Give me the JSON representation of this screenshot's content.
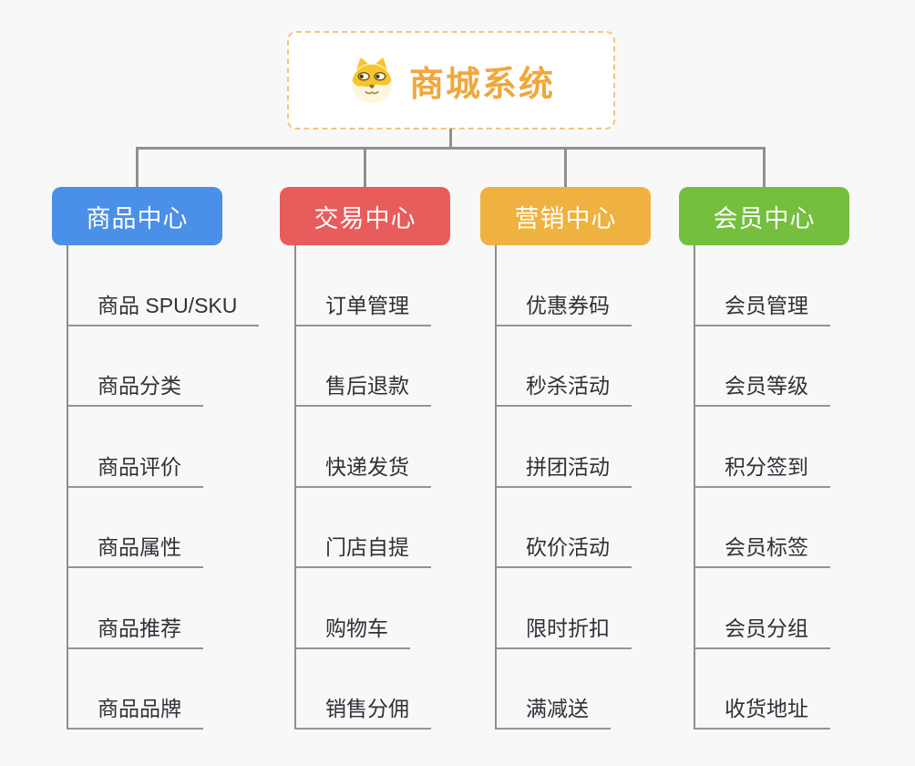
{
  "background": "#f8f8f8",
  "connector_color": "#8f8f8f",
  "root": {
    "title": "商城系统",
    "icon": "doge-icon",
    "text_color": "#f0a73c",
    "border_color": "#f2c67c"
  },
  "branches": [
    {
      "title": "商品中心",
      "color": "#4a8fe8",
      "children": [
        "商品 SPU/SKU",
        "商品分类",
        "商品评价",
        "商品属性",
        "商品推荐",
        "商品品牌"
      ]
    },
    {
      "title": "交易中心",
      "color": "#e85c5c",
      "children": [
        "订单管理",
        "售后退款",
        "快递发货",
        "门店自提",
        "购物车",
        "销售分佣"
      ]
    },
    {
      "title": "营销中心",
      "color": "#efb13f",
      "children": [
        "优惠券码",
        "秒杀活动",
        "拼团活动",
        "砍价活动",
        "限时折扣",
        "满减送"
      ]
    },
    {
      "title": "会员中心",
      "color": "#74bf3e",
      "children": [
        "会员管理",
        "会员等级",
        "积分签到",
        "会员标签",
        "会员分组",
        "收货地址"
      ]
    }
  ]
}
